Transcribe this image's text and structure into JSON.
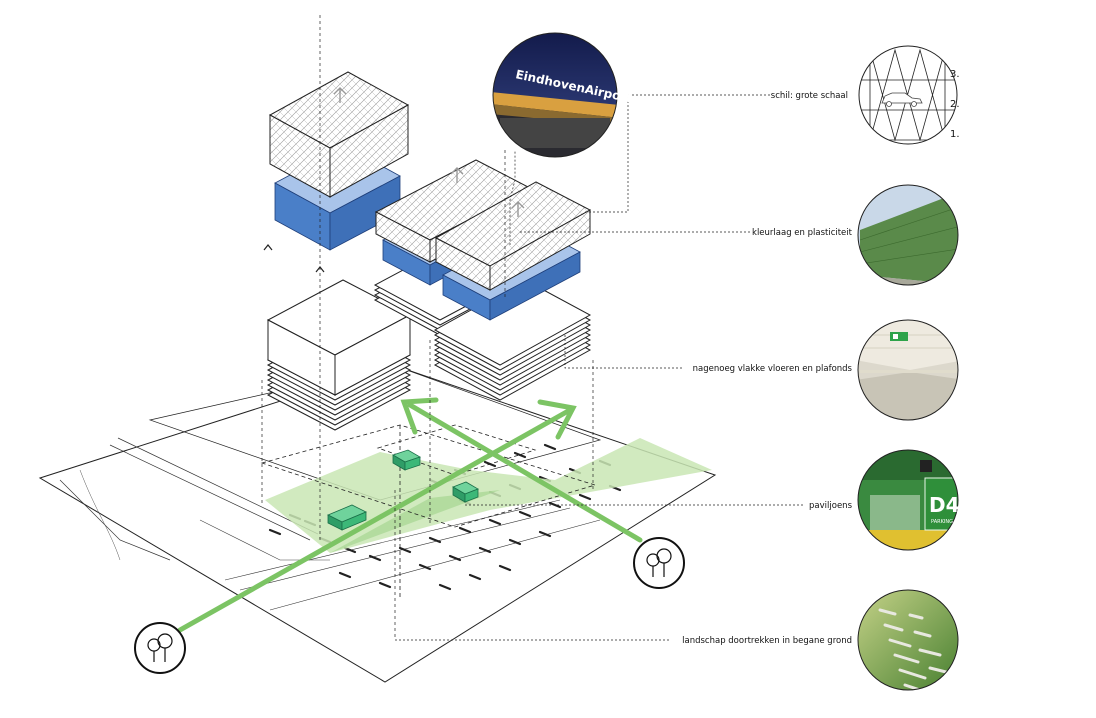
{
  "labels": {
    "schil": "schil: grote schaal",
    "kleurlaag": "kleurlaag en plasticiteit",
    "vloeren": "nagenoeg vlakke vloeren en plafonds",
    "paviljoens": "paviljoens",
    "landschap": "landschap doortrekken in begane grond"
  },
  "photos": {
    "airport_sign": "EindhovenAirport",
    "level_numbers": [
      "3.",
      "2.",
      "1."
    ],
    "parking_sign": "D4",
    "parking_sign_sub": "PARKING"
  },
  "icons": [
    "tree-icon",
    "car-icon",
    "up-arrow-icon",
    "exit-sign-icon"
  ],
  "colors": {
    "facade_blue": "#4a7fc8",
    "facade_blue_light": "#a9c4ea",
    "landscape_green": "#7cc464",
    "landscape_fill": "#c9e6b4",
    "pavilion_green": "#3cb878",
    "night_sky": "#1a2660",
    "parking_green": "#2f8f3a"
  }
}
